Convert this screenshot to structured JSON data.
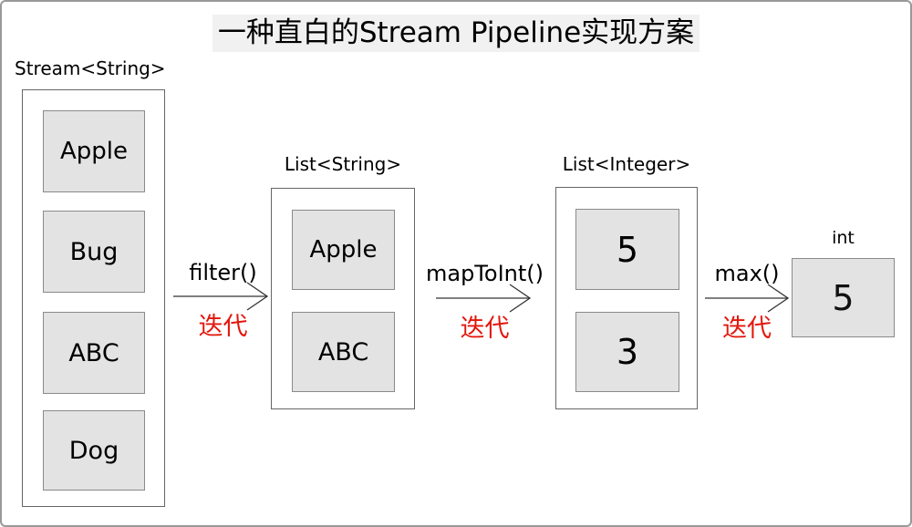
{
  "title": "一种直白的Stream Pipeline实现方案",
  "colors": {
    "box_fill": "#e3e3e3",
    "box_border": "#8a8a8a",
    "container_border": "#666666",
    "red": "#e3170d",
    "title_bg": "#f1f1f1"
  },
  "stages": [
    {
      "label": "Stream<String>",
      "items": [
        "Apple",
        "Bug",
        "ABC",
        "Dog"
      ]
    },
    {
      "label": "List<String>",
      "items": [
        "Apple",
        "ABC"
      ]
    },
    {
      "label": "List<Integer>",
      "items": [
        "5",
        "3"
      ]
    },
    {
      "label": "int",
      "items": [
        "5"
      ]
    }
  ],
  "operations": [
    {
      "label": "filter()",
      "annotation": "迭代"
    },
    {
      "label": "mapToInt()",
      "annotation": "迭代"
    },
    {
      "label": "max()",
      "annotation": "迭代"
    }
  ]
}
